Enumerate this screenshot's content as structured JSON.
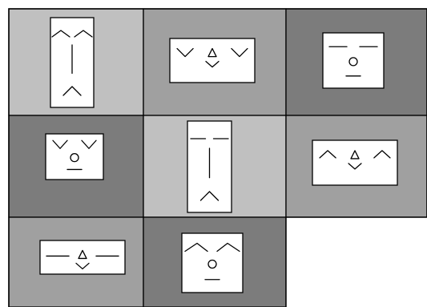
{
  "colors": {
    "light": "#c0c0c0",
    "mid": "#a0a0a0",
    "dark": "#7c7c7c",
    "face": "#ffffff",
    "ink": "#000000",
    "page": "#ffffff"
  },
  "cells": [
    {
      "name": "cell-tall-face-peaked-brows",
      "tone": "light",
      "face_shape": "tall",
      "eyes": "peaks",
      "nose": "line",
      "mouth": "caret"
    },
    {
      "name": "cell-wide-face-v-eyes",
      "tone": "mid",
      "face_shape": "wide",
      "eyes": "vees",
      "nose": "triangle",
      "mouth": "vee"
    },
    {
      "name": "cell-square-face-flat-eyes",
      "tone": "dark",
      "face_shape": "square",
      "eyes": "dashes",
      "nose": "circle",
      "mouth": "line"
    },
    {
      "name": "cell-square-face-v-eyes",
      "tone": "dark",
      "face_shape": "square",
      "eyes": "vees",
      "nose": "circle",
      "mouth": "line"
    },
    {
      "name": "cell-tall-face-flat-eyes",
      "tone": "light",
      "face_shape": "tall",
      "eyes": "dashes",
      "nose": "line",
      "mouth": "caret"
    },
    {
      "name": "cell-wide-face-caret-eyes",
      "tone": "mid",
      "face_shape": "wide",
      "eyes": "carets",
      "nose": "triangle",
      "mouth": "vee"
    },
    {
      "name": "cell-wide-face-flat-eyes",
      "tone": "mid",
      "face_shape": "wide",
      "eyes": "dashes",
      "nose": "triangle",
      "mouth": "vee"
    },
    {
      "name": "cell-square-face-caret-eyes",
      "tone": "dark",
      "face_shape": "square",
      "eyes": "carets",
      "nose": "circle",
      "mouth": "line"
    },
    {
      "name": "cell-empty",
      "tone": "page",
      "face_shape": "none"
    }
  ]
}
